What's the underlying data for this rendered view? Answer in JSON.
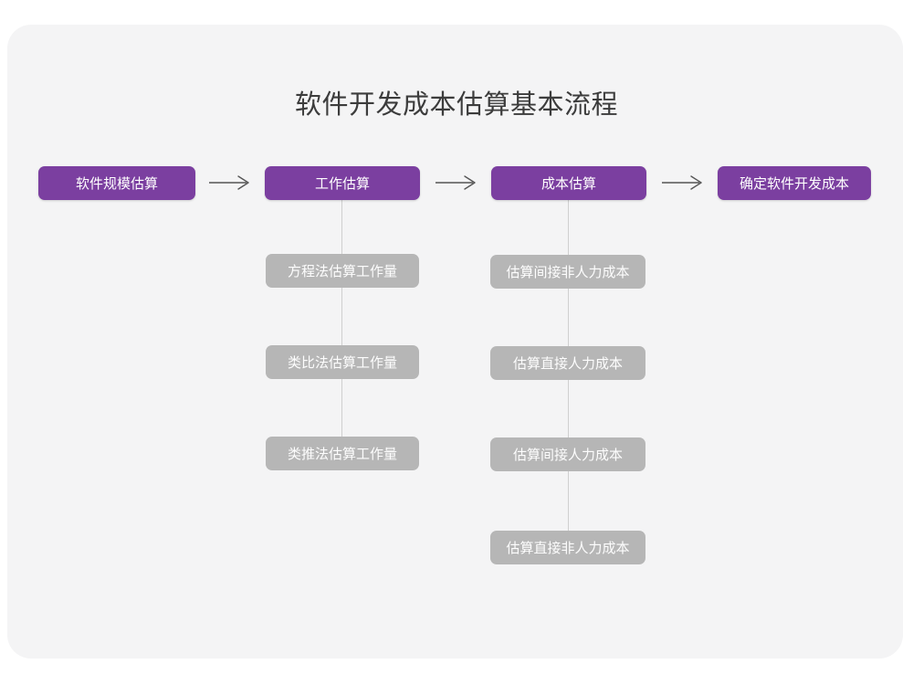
{
  "page": {
    "title": "软件开发成本估算基本流程",
    "background_color": "#ffffff",
    "card_color": "#f4f4f5",
    "primary_color": "#7b3fa0",
    "secondary_color": "#b6b6b6",
    "connector_color": "#cfcfcf",
    "arrow_color": "#555555",
    "title_color": "#3c3c3c"
  },
  "flow": {
    "main_steps": [
      {
        "label": "软件规模估算"
      },
      {
        "label": "工作估算"
      },
      {
        "label": "成本估算"
      },
      {
        "label": "确定软件开发成本"
      }
    ],
    "arrows": [
      {
        "name": "arrow-1",
        "glyph": "⟶"
      },
      {
        "name": "arrow-2",
        "glyph": "⟶"
      },
      {
        "name": "arrow-3",
        "glyph": "⟶"
      }
    ],
    "branches": [
      {
        "parent": "工作估算",
        "items": [
          {
            "label": "方程法估算工作量"
          },
          {
            "label": "类比法估算工作量"
          },
          {
            "label": "类推法估算工作量"
          }
        ]
      },
      {
        "parent": "成本估算",
        "items": [
          {
            "label": "估算间接非人力成本"
          },
          {
            "label": "估算直接人力成本"
          },
          {
            "label": "估算间接人力成本"
          },
          {
            "label": "估算直接非人力成本"
          }
        ]
      }
    ]
  }
}
